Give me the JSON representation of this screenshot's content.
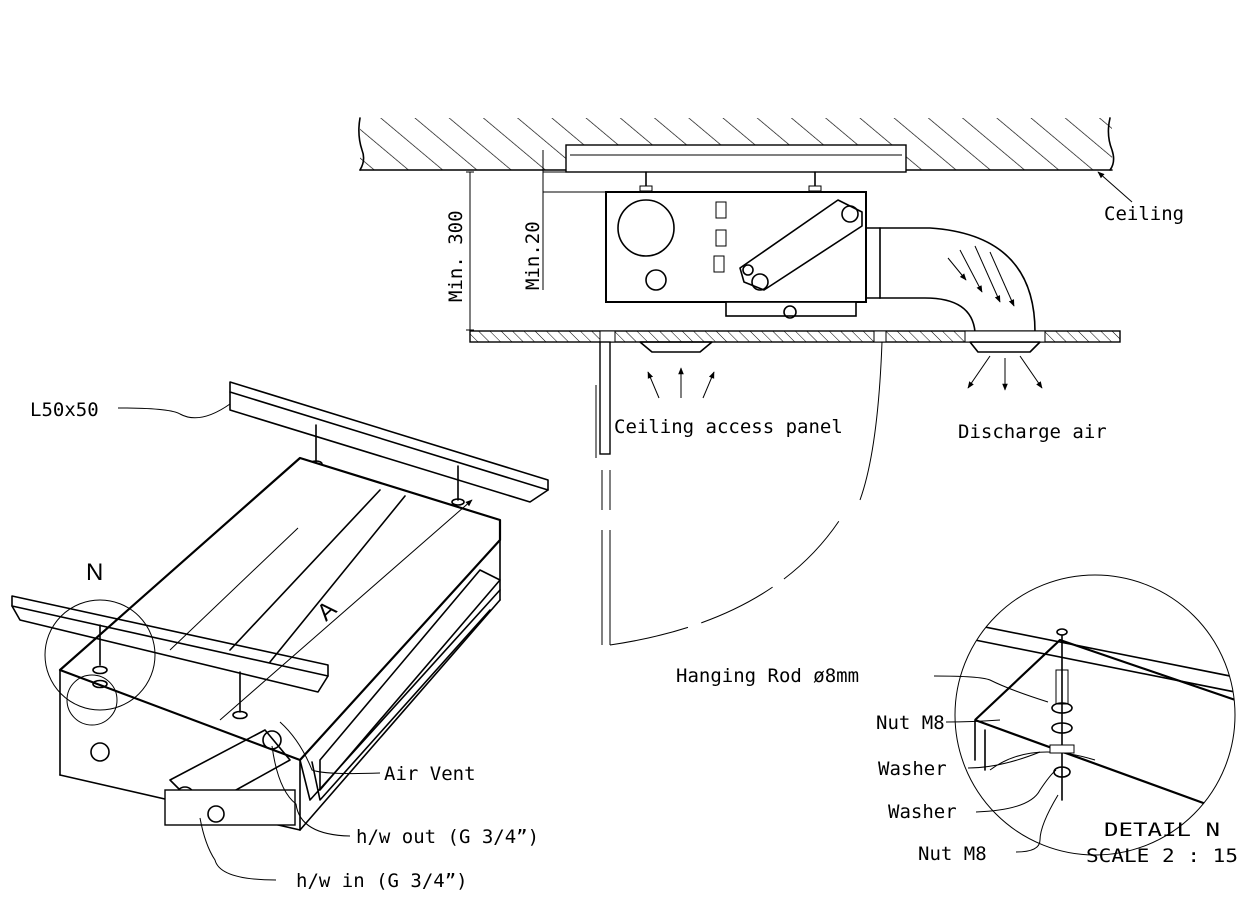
{
  "labels": {
    "ceiling": "Ceiling",
    "min300": "Min. 300",
    "min20": "Min.20",
    "ceiling_access_panel": "Ceiling access panel",
    "discharge_air": "Discharge air",
    "l50x50": "L50x50",
    "detail_marker": "N",
    "dim_a": "A",
    "hanging_rod": "Hanging Rod ø8mm",
    "nut_m8_top": "Nut M8",
    "washer_top": "Washer",
    "washer_bottom": "Washer",
    "nut_m8_bottom": "Nut M8",
    "air_vent": "Air Vent",
    "hw_out": "h/w out (G 3/4”)",
    "hw_in": "h/w in (G 3/4”)",
    "detail_title": "DETAIL N",
    "detail_scale": "SCALE 2 : 15"
  }
}
